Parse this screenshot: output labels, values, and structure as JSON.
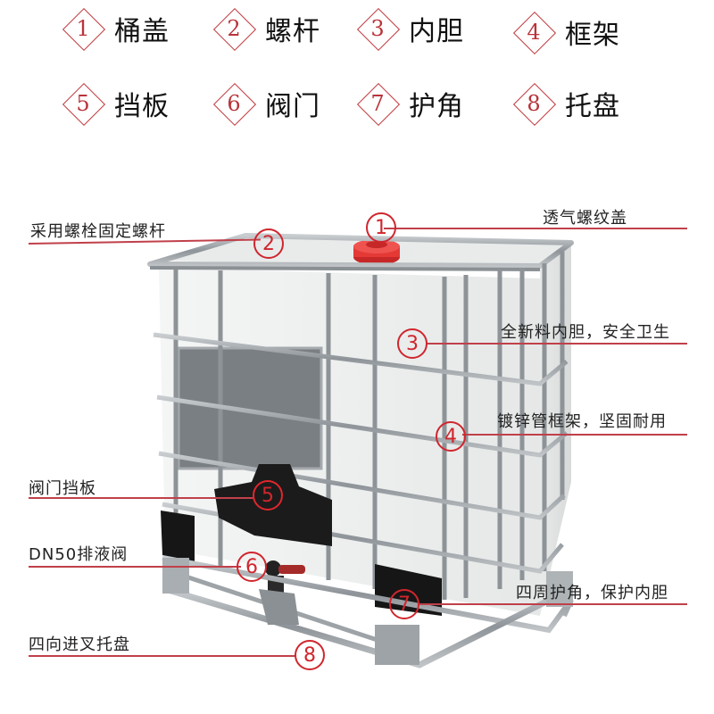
{
  "legend": [
    {
      "num": "1",
      "label": "桶盖"
    },
    {
      "num": "2",
      "label": "螺杆"
    },
    {
      "num": "3",
      "label": "内胆"
    },
    {
      "num": "4",
      "label": "框架"
    },
    {
      "num": "5",
      "label": "挡板"
    },
    {
      "num": "6",
      "label": "阀门"
    },
    {
      "num": "7",
      "label": "护角"
    },
    {
      "num": "8",
      "label": "托盘"
    }
  ],
  "callouts": {
    "c1": {
      "num": "1",
      "text": "透气螺纹盖"
    },
    "c2": {
      "num": "2",
      "text": "采用螺栓固定螺杆"
    },
    "c3": {
      "num": "3",
      "text": "全新料内胆，安全卫生"
    },
    "c4": {
      "num": "4",
      "text": "镀锌管框架，坚固耐用"
    },
    "c5": {
      "num": "5",
      "text": "阀门挡板"
    },
    "c6": {
      "num": "6",
      "text": "DN50排液阀"
    },
    "c7": {
      "num": "7",
      "text": "四周护角，保护内胆"
    },
    "c8": {
      "num": "8",
      "text": "四向进叉托盘"
    }
  },
  "colors": {
    "accent_red": "#d0262d",
    "diamond_border": "#c0363b",
    "cap_red": "#e53935",
    "frame_steel": "#9aa0a6",
    "tank_white": "#eceeee"
  }
}
